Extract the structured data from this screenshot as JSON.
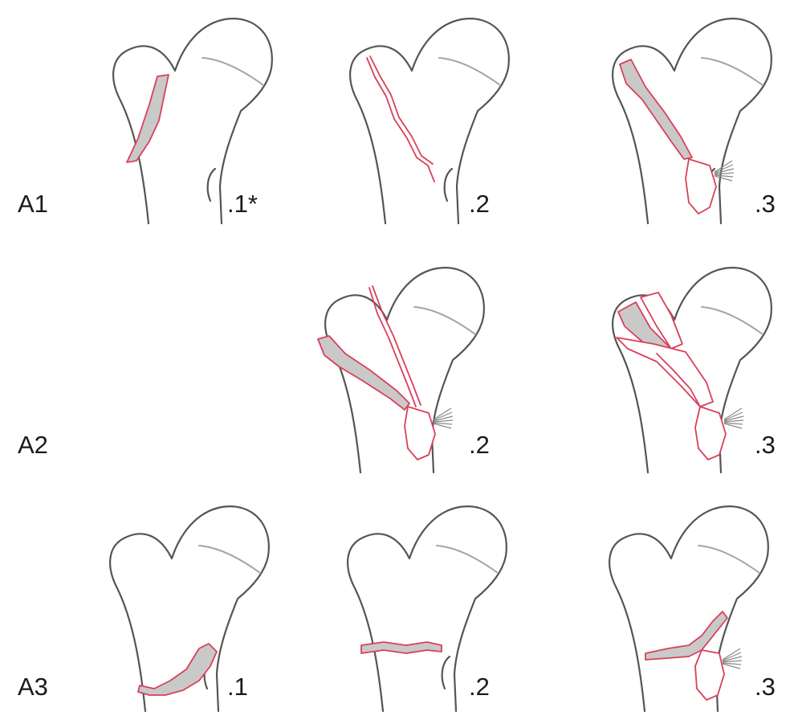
{
  "rows": [
    {
      "label": "A1",
      "subtypes": [
        ".1*",
        ".2",
        ".3"
      ]
    },
    {
      "label": "A2",
      "subtypes": [
        ".2",
        ".3"
      ]
    },
    {
      "label": "A3",
      "subtypes": [
        ".1",
        ".2",
        ".3"
      ]
    }
  ],
  "colors": {
    "bone_outline": "#555555",
    "head_line": "#a9a2a4",
    "fracture_line": "#d9405a",
    "fragment_fill": "#c9c9c9",
    "tendon": "#8a8a8a"
  }
}
